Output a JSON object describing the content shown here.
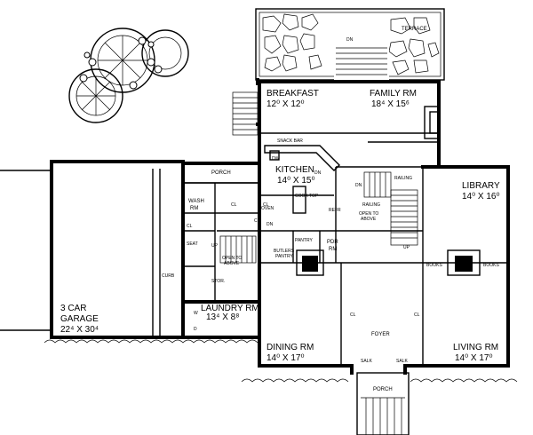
{
  "rooms": {
    "terrace": {
      "name": "TERRACE"
    },
    "breakfast": {
      "name": "BREAKFAST",
      "size": "12⁰ X 12⁰"
    },
    "family": {
      "name": "FAMILY RM",
      "size": "18⁴ X 15⁶"
    },
    "kitchen": {
      "name": "KITCHEN",
      "size": "14⁰ X 15⁰"
    },
    "library": {
      "name": "LIBRARY",
      "size": "14⁰ X 16⁰"
    },
    "garage": {
      "name1": "3 CAR",
      "name2": "GARAGE",
      "size": "22⁴ X 30⁴"
    },
    "laundry": {
      "name": "LAUNDRY RM",
      "size": "13⁴ X 8⁸"
    },
    "dining": {
      "name": "DINING RM",
      "size": "14⁰ X 17⁰"
    },
    "living": {
      "name": "LIVING RM",
      "size": "14⁰ X 17⁰"
    },
    "foyer": {
      "name": "FOYER"
    },
    "wash": {
      "name1": "WASH",
      "name2": "RM"
    },
    "porch_side": {
      "name": "PORCH"
    },
    "porch_front": {
      "name": "PORCH"
    },
    "pdr": {
      "name1": "PDR",
      "name2": "RM"
    }
  },
  "labels": {
    "dn_terrace": "DN",
    "dn_family": "DN",
    "dn_stair": "DN",
    "dn_hall": "DN",
    "up_laundry": "UP",
    "up_main": "UP",
    "snack_bar": "SNACK BAR",
    "cook_top": "COOK TOP",
    "oven": "OVEN",
    "refr": "REFR",
    "dw": "DW",
    "railing1": "RAILING",
    "railing2": "RAILING",
    "open_above_main_1": "OPEN TO",
    "open_above_main_2": "ABOVE",
    "open_above_laundry_1": "OPEN TO",
    "open_above_laundry_2": "ABOVE",
    "butlers_1": "BUTLERS",
    "butlers_2": "PANTRY",
    "pantry": "PANTRY",
    "books1": "BOOKS",
    "books2": "BOOKS",
    "curb": "CURB",
    "seat": "SEAT",
    "stor": "STOR.",
    "cl_kitchen": "CL",
    "cl_laundry": "CL",
    "cl_foyer_left": "CL",
    "cl_foyer_right": "CL",
    "cl_wash": "CL",
    "cl_garage": "CL",
    "salk_left": "SALK",
    "salk_right": "SALK",
    "w": "W",
    "d": "D"
  }
}
